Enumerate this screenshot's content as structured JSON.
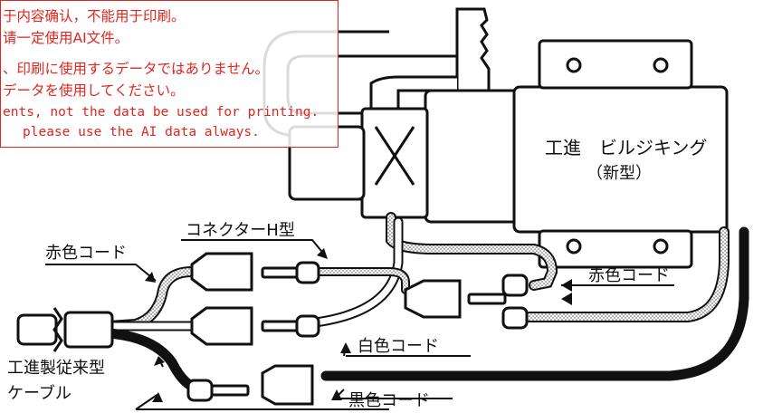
{
  "notice": {
    "lines": [
      "于内容确认，不能用于印刷。",
      "请一定使用AI文件。",
      "、印刷に使用するデータではありません。",
      "データを使用してください。",
      "ents, not the data be used for printing.",
      "please use the AI data always."
    ],
    "color": "#e0261e"
  },
  "labels": {
    "pump_name": "工進　ビルジキング",
    "pump_model": "（新型）",
    "connector": "コネクターH型",
    "red_cord_left": "赤色コード",
    "red_cord_right": "赤色コード",
    "white_cord": "白色コード",
    "black_cord": "黒色コード",
    "legacy_cable_line1": "工進製従来型",
    "legacy_cable_line2": "ケーブル"
  },
  "colors": {
    "stroke": "#111111",
    "background": "#ffffff",
    "notice_border": "#e0261e"
  }
}
